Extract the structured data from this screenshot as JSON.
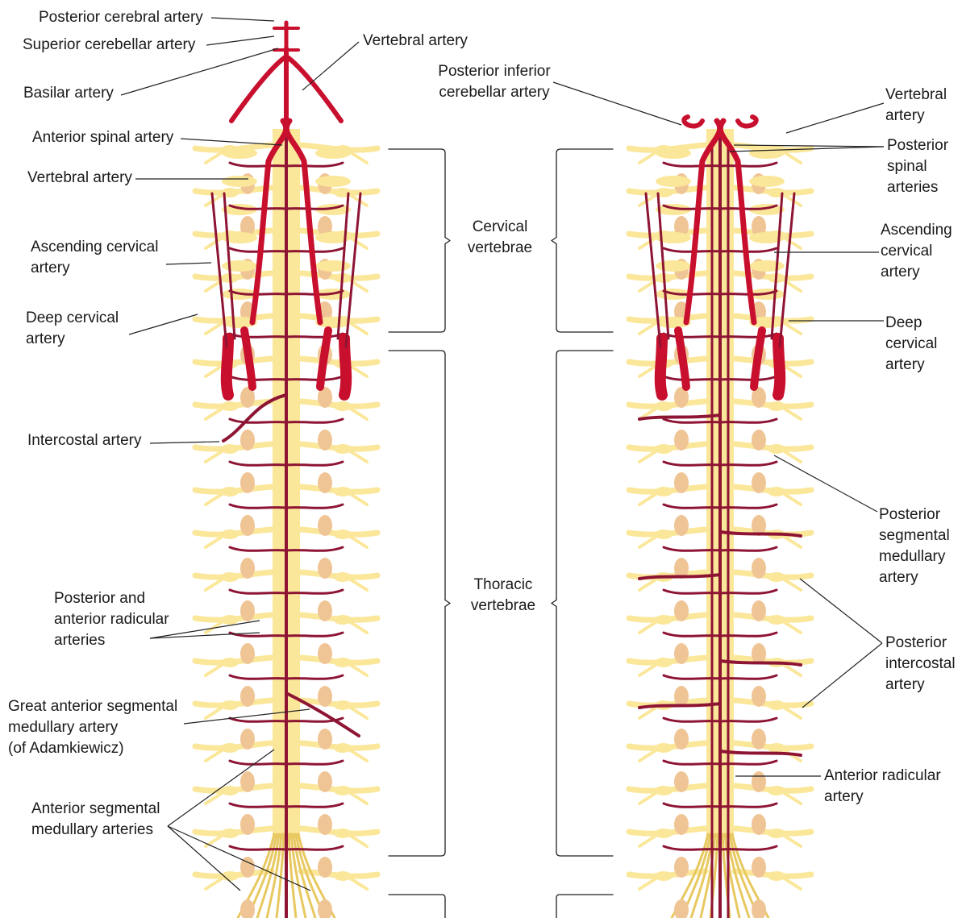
{
  "colors": {
    "artery": "#c8102e",
    "artery_small": "#8e1434",
    "cord": "#fbe79a",
    "cord_edge": "#e8c860",
    "vertebral_body": "#f0c596",
    "leader": "#222222"
  },
  "labels_left": [
    {
      "id": "posterior-cerebral-artery",
      "lines": [
        "Posterior cerebral artery"
      ]
    },
    {
      "id": "superior-cerebellar-artery",
      "lines": [
        "Superior cerebellar artery"
      ]
    },
    {
      "id": "vertebral-artery-top",
      "lines": [
        "Vertebral artery"
      ]
    },
    {
      "id": "basilar-artery",
      "lines": [
        "Basilar artery"
      ]
    },
    {
      "id": "anterior-spinal-artery",
      "lines": [
        "Anterior spinal artery"
      ]
    },
    {
      "id": "vertebral-artery-left",
      "lines": [
        "Vertebral artery"
      ]
    },
    {
      "id": "ascending-cervical-artery-left",
      "lines": [
        "Ascending cervical",
        "artery"
      ]
    },
    {
      "id": "deep-cervical-artery-left",
      "lines": [
        "Deep cervical",
        "artery"
      ]
    },
    {
      "id": "intercostal-artery",
      "lines": [
        "Intercostal artery"
      ]
    },
    {
      "id": "radicular-arteries",
      "lines": [
        "Posterior and",
        "anterior radicular",
        "arteries"
      ]
    },
    {
      "id": "great-anterior-segmental",
      "lines": [
        "Great anterior segmental",
        "medullary artery",
        "(of Adamkiewicz)"
      ]
    },
    {
      "id": "anterior-segmental-medullary",
      "lines": [
        "Anterior segmental",
        "medullary arteries"
      ]
    }
  ],
  "labels_center": [
    {
      "id": "posterior-inferior-cerebellar",
      "lines": [
        "Posterior inferior",
        "cerebellar artery"
      ]
    },
    {
      "id": "cervical-vertebrae",
      "lines": [
        "Cervical",
        "vertebrae"
      ]
    },
    {
      "id": "thoracic-vertebrae",
      "lines": [
        "Thoracic",
        "vertebrae"
      ]
    }
  ],
  "labels_right": [
    {
      "id": "vertebral-artery-right",
      "lines": [
        "Vertebral",
        "artery"
      ]
    },
    {
      "id": "posterior-spinal-arteries",
      "lines": [
        "Posterior",
        "spinal",
        "arteries"
      ]
    },
    {
      "id": "ascending-cervical-artery-right",
      "lines": [
        "Ascending",
        "cervical",
        "artery"
      ]
    },
    {
      "id": "deep-cervical-artery-right",
      "lines": [
        "Deep",
        "cervical",
        "artery"
      ]
    },
    {
      "id": "posterior-segmental-medullary",
      "lines": [
        "Posterior",
        "segmental",
        "medullary",
        "artery"
      ]
    },
    {
      "id": "posterior-intercostal",
      "lines": [
        "Posterior",
        "intercostal",
        "artery"
      ]
    },
    {
      "id": "anterior-radicular",
      "lines": [
        "Anterior radicular",
        "artery"
      ]
    }
  ]
}
